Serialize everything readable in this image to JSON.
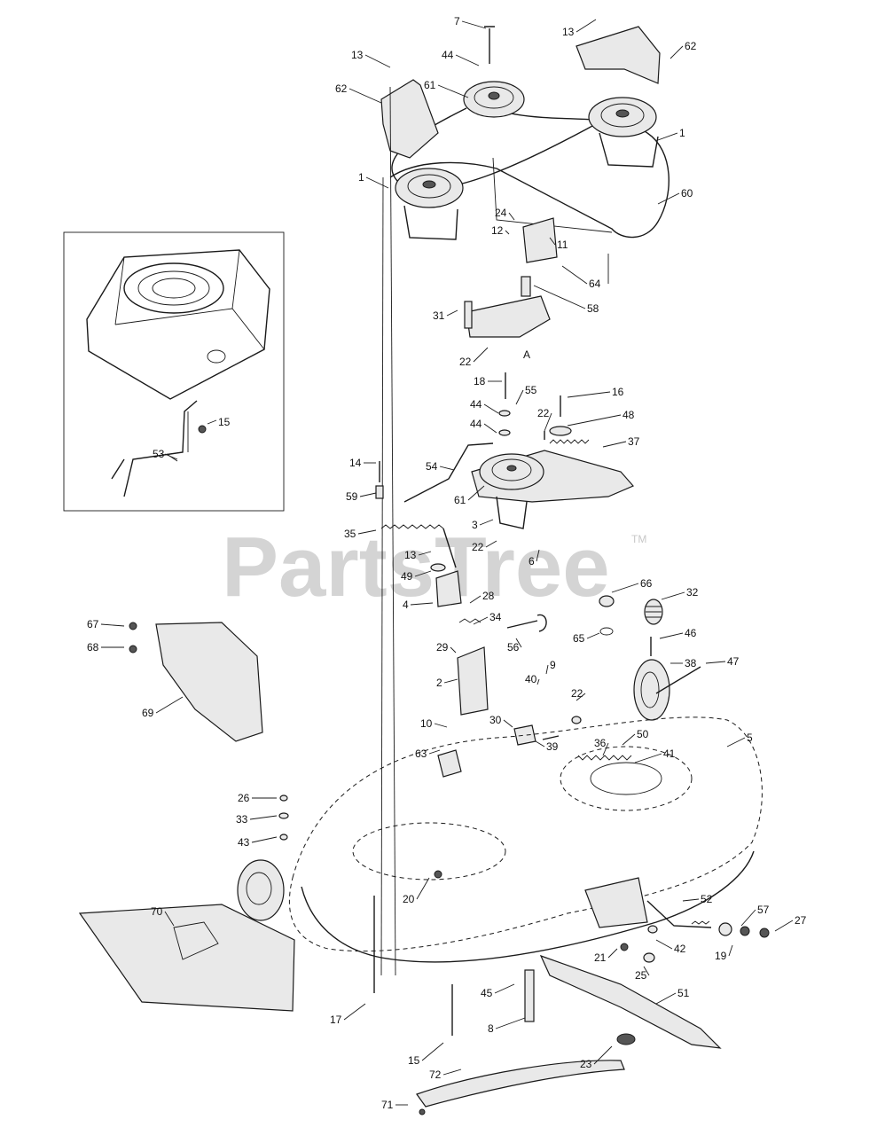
{
  "watermark": {
    "text": "PartsTree",
    "mark": "TM"
  },
  "inset_label": "15",
  "section_label": "A",
  "callouts": [
    {
      "n": "7"
    },
    {
      "n": "13"
    },
    {
      "n": "44"
    },
    {
      "n": "13"
    },
    {
      "n": "62"
    },
    {
      "n": "62"
    },
    {
      "n": "61"
    },
    {
      "n": "1"
    },
    {
      "n": "1"
    },
    {
      "n": "60"
    },
    {
      "n": "24"
    },
    {
      "n": "12"
    },
    {
      "n": "11"
    },
    {
      "n": "64"
    },
    {
      "n": "58"
    },
    {
      "n": "31"
    },
    {
      "n": "22"
    },
    {
      "n": "18"
    },
    {
      "n": "55"
    },
    {
      "n": "16"
    },
    {
      "n": "44"
    },
    {
      "n": "22"
    },
    {
      "n": "48"
    },
    {
      "n": "44"
    },
    {
      "n": "37"
    },
    {
      "n": "14"
    },
    {
      "n": "54"
    },
    {
      "n": "59"
    },
    {
      "n": "61"
    },
    {
      "n": "3"
    },
    {
      "n": "35"
    },
    {
      "n": "22"
    },
    {
      "n": "6"
    },
    {
      "n": "13"
    },
    {
      "n": "49"
    },
    {
      "n": "28"
    },
    {
      "n": "4"
    },
    {
      "n": "66"
    },
    {
      "n": "32"
    },
    {
      "n": "67"
    },
    {
      "n": "68"
    },
    {
      "n": "34"
    },
    {
      "n": "56"
    },
    {
      "n": "65"
    },
    {
      "n": "46"
    },
    {
      "n": "29"
    },
    {
      "n": "38"
    },
    {
      "n": "47"
    },
    {
      "n": "2"
    },
    {
      "n": "69"
    },
    {
      "n": "9"
    },
    {
      "n": "40"
    },
    {
      "n": "22"
    },
    {
      "n": "30"
    },
    {
      "n": "39"
    },
    {
      "n": "50"
    },
    {
      "n": "5"
    },
    {
      "n": "10"
    },
    {
      "n": "36"
    },
    {
      "n": "41"
    },
    {
      "n": "63"
    },
    {
      "n": "26"
    },
    {
      "n": "33"
    },
    {
      "n": "43"
    },
    {
      "n": "20"
    },
    {
      "n": "52"
    },
    {
      "n": "70"
    },
    {
      "n": "57"
    },
    {
      "n": "27"
    },
    {
      "n": "42"
    },
    {
      "n": "19"
    },
    {
      "n": "21"
    },
    {
      "n": "25"
    },
    {
      "n": "45"
    },
    {
      "n": "51"
    },
    {
      "n": "17"
    },
    {
      "n": "8"
    },
    {
      "n": "15"
    },
    {
      "n": "23"
    },
    {
      "n": "72"
    },
    {
      "n": "71"
    },
    {
      "n": "53"
    }
  ]
}
